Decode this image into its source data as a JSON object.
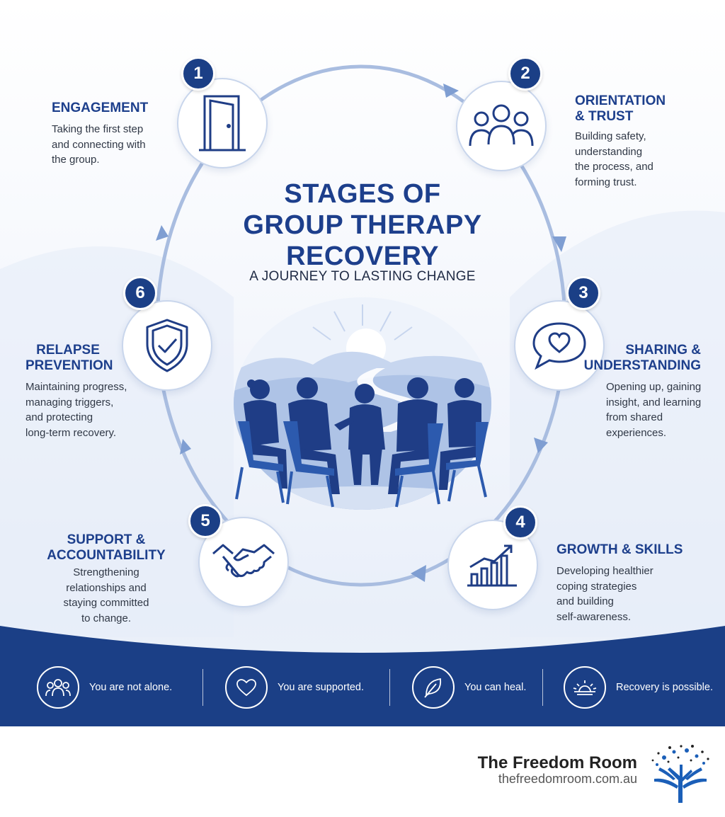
{
  "title": "STAGES OF\nGROUP THERAPY\nRECOVERY",
  "subtitle": "A JOURNEY TO LASTING CHANGE",
  "colors": {
    "primary": "#1b3f86",
    "accent": "#3b5fb0",
    "ring": "#9fb6dc",
    "text": "#303846"
  },
  "stages": [
    {
      "number": "1",
      "title": "ENGAGEMENT",
      "description": "Taking the first step\nand connecting with\nthe group.",
      "icon": "door-icon"
    },
    {
      "number": "2",
      "title": "ORIENTATION\n& TRUST",
      "description": "Building safety,\nunderstanding\nthe process, and\nforming trust.",
      "icon": "group-people-icon"
    },
    {
      "number": "3",
      "title": "SHARING &\nUNDERSTANDING",
      "description": "Opening up, gaining\ninsight, and learning\nfrom shared\nexperiences.",
      "icon": "heart-speech-bubble-icon"
    },
    {
      "number": "4",
      "title": "GROWTH & SKILLS",
      "description": "Developing healthier\ncoping strategies\nand building\nself-awareness.",
      "icon": "growth-chart-icon"
    },
    {
      "number": "5",
      "title": "SUPPORT &\nACCOUNTABILITY",
      "description": "Strengthening\nrelationships and\nstaying committed\nto change.",
      "icon": "handshake-icon"
    },
    {
      "number": "6",
      "title": "RELAPSE\nPREVENTION",
      "description": "Maintaining progress,\nmanaging triggers,\nand protecting\nlong-term recovery.",
      "icon": "shield-check-icon"
    }
  ],
  "banner": [
    {
      "text": "You are not alone.",
      "icon": "people-icon"
    },
    {
      "text": "You are supported.",
      "icon": "heart-icon"
    },
    {
      "text": "You can heal.",
      "icon": "leaf-icon"
    },
    {
      "text": "Recovery is possible.",
      "icon": "sunrise-icon"
    }
  ],
  "brand": {
    "name": "The Freedom Room",
    "url": "thefreedomroom.com.au",
    "logo": "tree-logo-icon"
  }
}
